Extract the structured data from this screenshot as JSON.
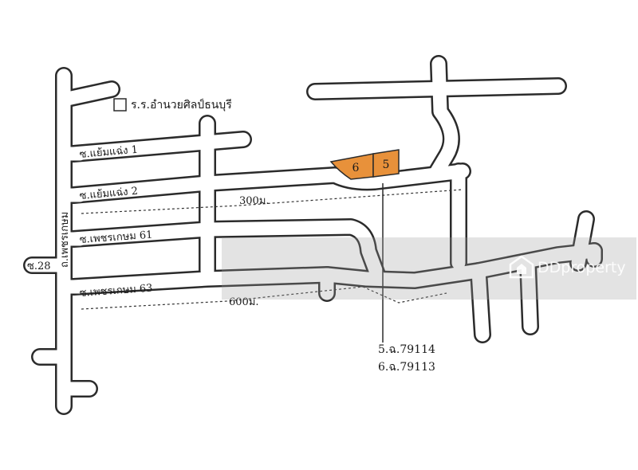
{
  "map": {
    "roads": {
      "main_road": "ถ.เพชรเกษม",
      "side_road_28": "ซ.28",
      "soi_yaem_ngaeng_1": "ซ.แย้มแฉ่ง 1",
      "soi_yaem_ngaeng_2": "ซ.แย้มแฉ่ง 2",
      "soi_phetkasem_61": "ซ.เพชรเกษม 61",
      "soi_phetkasem_63": "ซ.เพชรเกษม 63"
    },
    "landmark": {
      "school": "ร.ร.อำนวยศิลป์ธนบุรี"
    },
    "distances": {
      "d300": "300ม.",
      "d600": "600ม."
    },
    "plots": {
      "plot_6": "6",
      "plot_5": "5",
      "plot_color": "#e8913a"
    },
    "deeds": {
      "deed_5": "5.ฉ.79114",
      "deed_6": "6.ฉ.79113"
    },
    "watermark": {
      "brand": "DDproperty"
    }
  }
}
